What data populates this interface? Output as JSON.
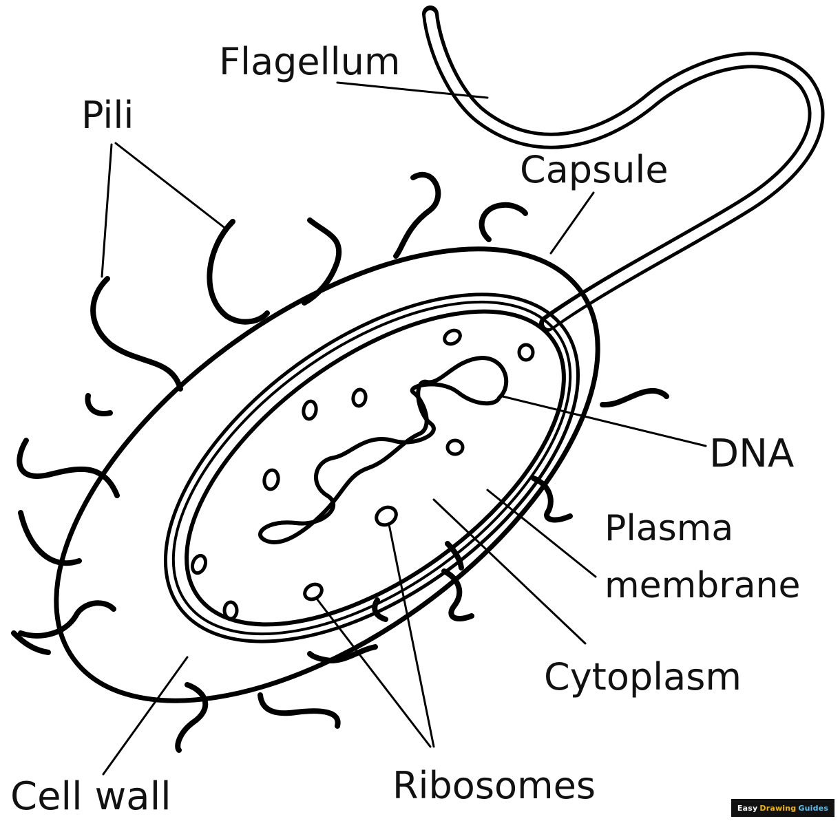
{
  "labels": {
    "flagellum": "Flagellum",
    "pili": "Pili",
    "capsule": "Capsule",
    "dna": "DNA",
    "plasma_membrane_line1": "Plasma",
    "plasma_membrane_line2": "membrane",
    "cytoplasm": "Cytoplasm",
    "ribosomes": "Ribosomes",
    "cell_wall": "Cell wall"
  },
  "watermark": {
    "part1": "Easy",
    "part2": "Drawing",
    "part3": "Guides"
  },
  "colors": {
    "ink": "#000000",
    "background": "#ffffff",
    "watermark_bg": "#111111",
    "watermark_accent_yellow": "#f2b705",
    "watermark_accent_blue": "#5bc0eb"
  }
}
